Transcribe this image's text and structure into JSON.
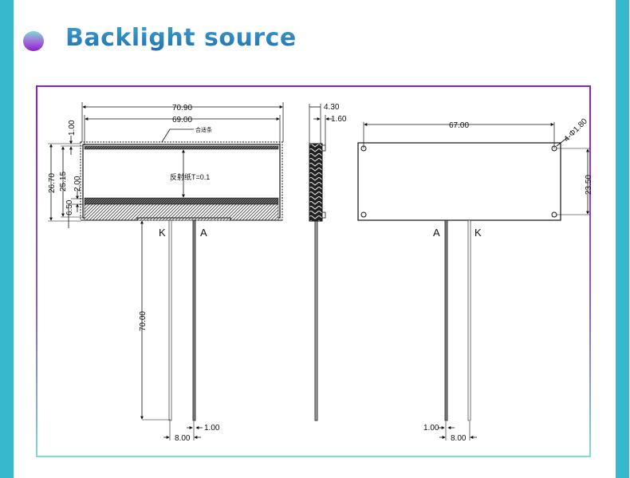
{
  "header": {
    "title": "Backlight source",
    "bullet_icon": "gradient-circle"
  },
  "colors": {
    "side_bars": "#38b8cd",
    "title": "#2a86c0",
    "frame_top": "#8b1fd0",
    "frame_bottom": "#7fdad8",
    "bullet_top": "#7dd9d8",
    "bullet_bottom": "#8a1fcf"
  },
  "drawing": {
    "front_view": {
      "overall_width": "70.90",
      "inner_width": "69.00",
      "overall_height": "26.70",
      "inner_height": "25.15",
      "top_margin": "1.00",
      "strip_height": "2.00",
      "bottom_section": "6.50",
      "annotation_top": "合适条",
      "annotation_center": "反射纸T=0.1",
      "pin_length": "70.00",
      "pin_spacing": "8.00",
      "pin_width": "1.00",
      "pin_left_label": "K",
      "pin_right_label": "A"
    },
    "side_view": {
      "thickness": "4.30",
      "inner_thickness": "1.60"
    },
    "back_view": {
      "hole_spacing_x": "67.00",
      "hole_spacing_y": "23.50",
      "hole_spec": "4-Φ1.80",
      "pin_length_hidden": "",
      "pin_spacing": "8.00",
      "pin_width": "1.00",
      "pin_left_label": "A",
      "pin_right_label": "K"
    }
  }
}
